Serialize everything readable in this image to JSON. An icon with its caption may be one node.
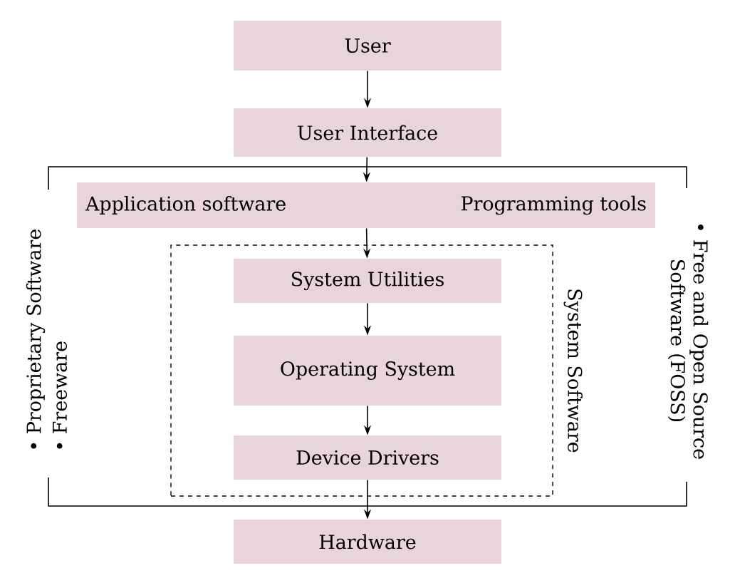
{
  "diagram": {
    "nodes": [
      {
        "text": [
          "User"
        ]
      },
      {
        "text": [
          "User Interface"
        ]
      },
      {
        "text": [
          "• Proprietary Software",
          "• Freeware",
          "• Free and Open Source Software (FOSS)"
        ]
      },
      {
        "text": [
          "Application software",
          "Programming tools"
        ],
        "in": 2
      },
      {
        "text": [
          "System Software"
        ],
        "in": 2
      },
      {
        "text": [
          "System Utilities"
        ],
        "in": 4
      },
      {
        "text": [
          "Operating System"
        ],
        "in": 4
      },
      {
        "text": [
          "Device Drivers"
        ],
        "in": 4
      },
      {
        "text": [
          "Hardware"
        ]
      }
    ],
    "edges": [
      {
        "from": 0,
        "to": 1,
        "arrow": "to"
      },
      {
        "from": 1,
        "to": 3,
        "arrow": "to"
      },
      {
        "from": 3,
        "to": 5,
        "arrow": "to"
      },
      {
        "from": 5,
        "to": 6,
        "arrow": "to"
      },
      {
        "from": 6,
        "to": 7,
        "arrow": "to"
      },
      {
        "from": 7,
        "to": 8,
        "arrow": "to"
      }
    ]
  }
}
